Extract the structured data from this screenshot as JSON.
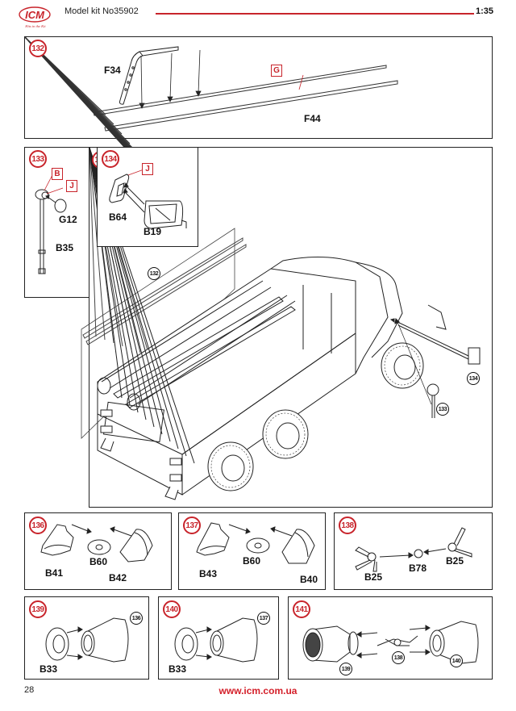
{
  "header": {
    "brand": "ICM",
    "tagline": "Hits in the Kit",
    "kit_title": "Model kit No35902",
    "scale": "1:35"
  },
  "colors": {
    "accent": "#c8242b",
    "url": "#d4202a",
    "line": "#222222"
  },
  "steps": {
    "s132": {
      "number": "132",
      "parts": {
        "f34": "F34",
        "f44": "F44"
      },
      "color_codes": [
        "G"
      ]
    },
    "s133": {
      "number": "133",
      "parts": {
        "g12": "G12",
        "b35": "B35"
      },
      "color_codes": [
        "B",
        "J"
      ]
    },
    "s134": {
      "number": "134",
      "parts": {
        "b64": "B64",
        "b19": "B19"
      },
      "color_codes": [
        "J"
      ]
    },
    "s135": {
      "number": "135",
      "refs": [
        "132",
        "134",
        "133"
      ]
    },
    "s136": {
      "number": "136",
      "parts": {
        "b41": "B41",
        "b60": "B60",
        "b42": "B42"
      }
    },
    "s137": {
      "number": "137",
      "parts": {
        "b43": "B43",
        "b60": "B60",
        "b40": "B40"
      }
    },
    "s138": {
      "number": "138",
      "parts": {
        "b25a": "B25",
        "b78": "B78",
        "b25b": "B25"
      }
    },
    "s139": {
      "number": "139",
      "parts": {
        "b33": "B33"
      },
      "refs": [
        "136"
      ]
    },
    "s140": {
      "number": "140",
      "parts": {
        "b33": "B33"
      },
      "refs": [
        "137"
      ]
    },
    "s141": {
      "number": "141",
      "refs": [
        "139",
        "138",
        "140"
      ]
    }
  },
  "footer": {
    "page_number": "28",
    "url": "www.icm.com.ua"
  }
}
